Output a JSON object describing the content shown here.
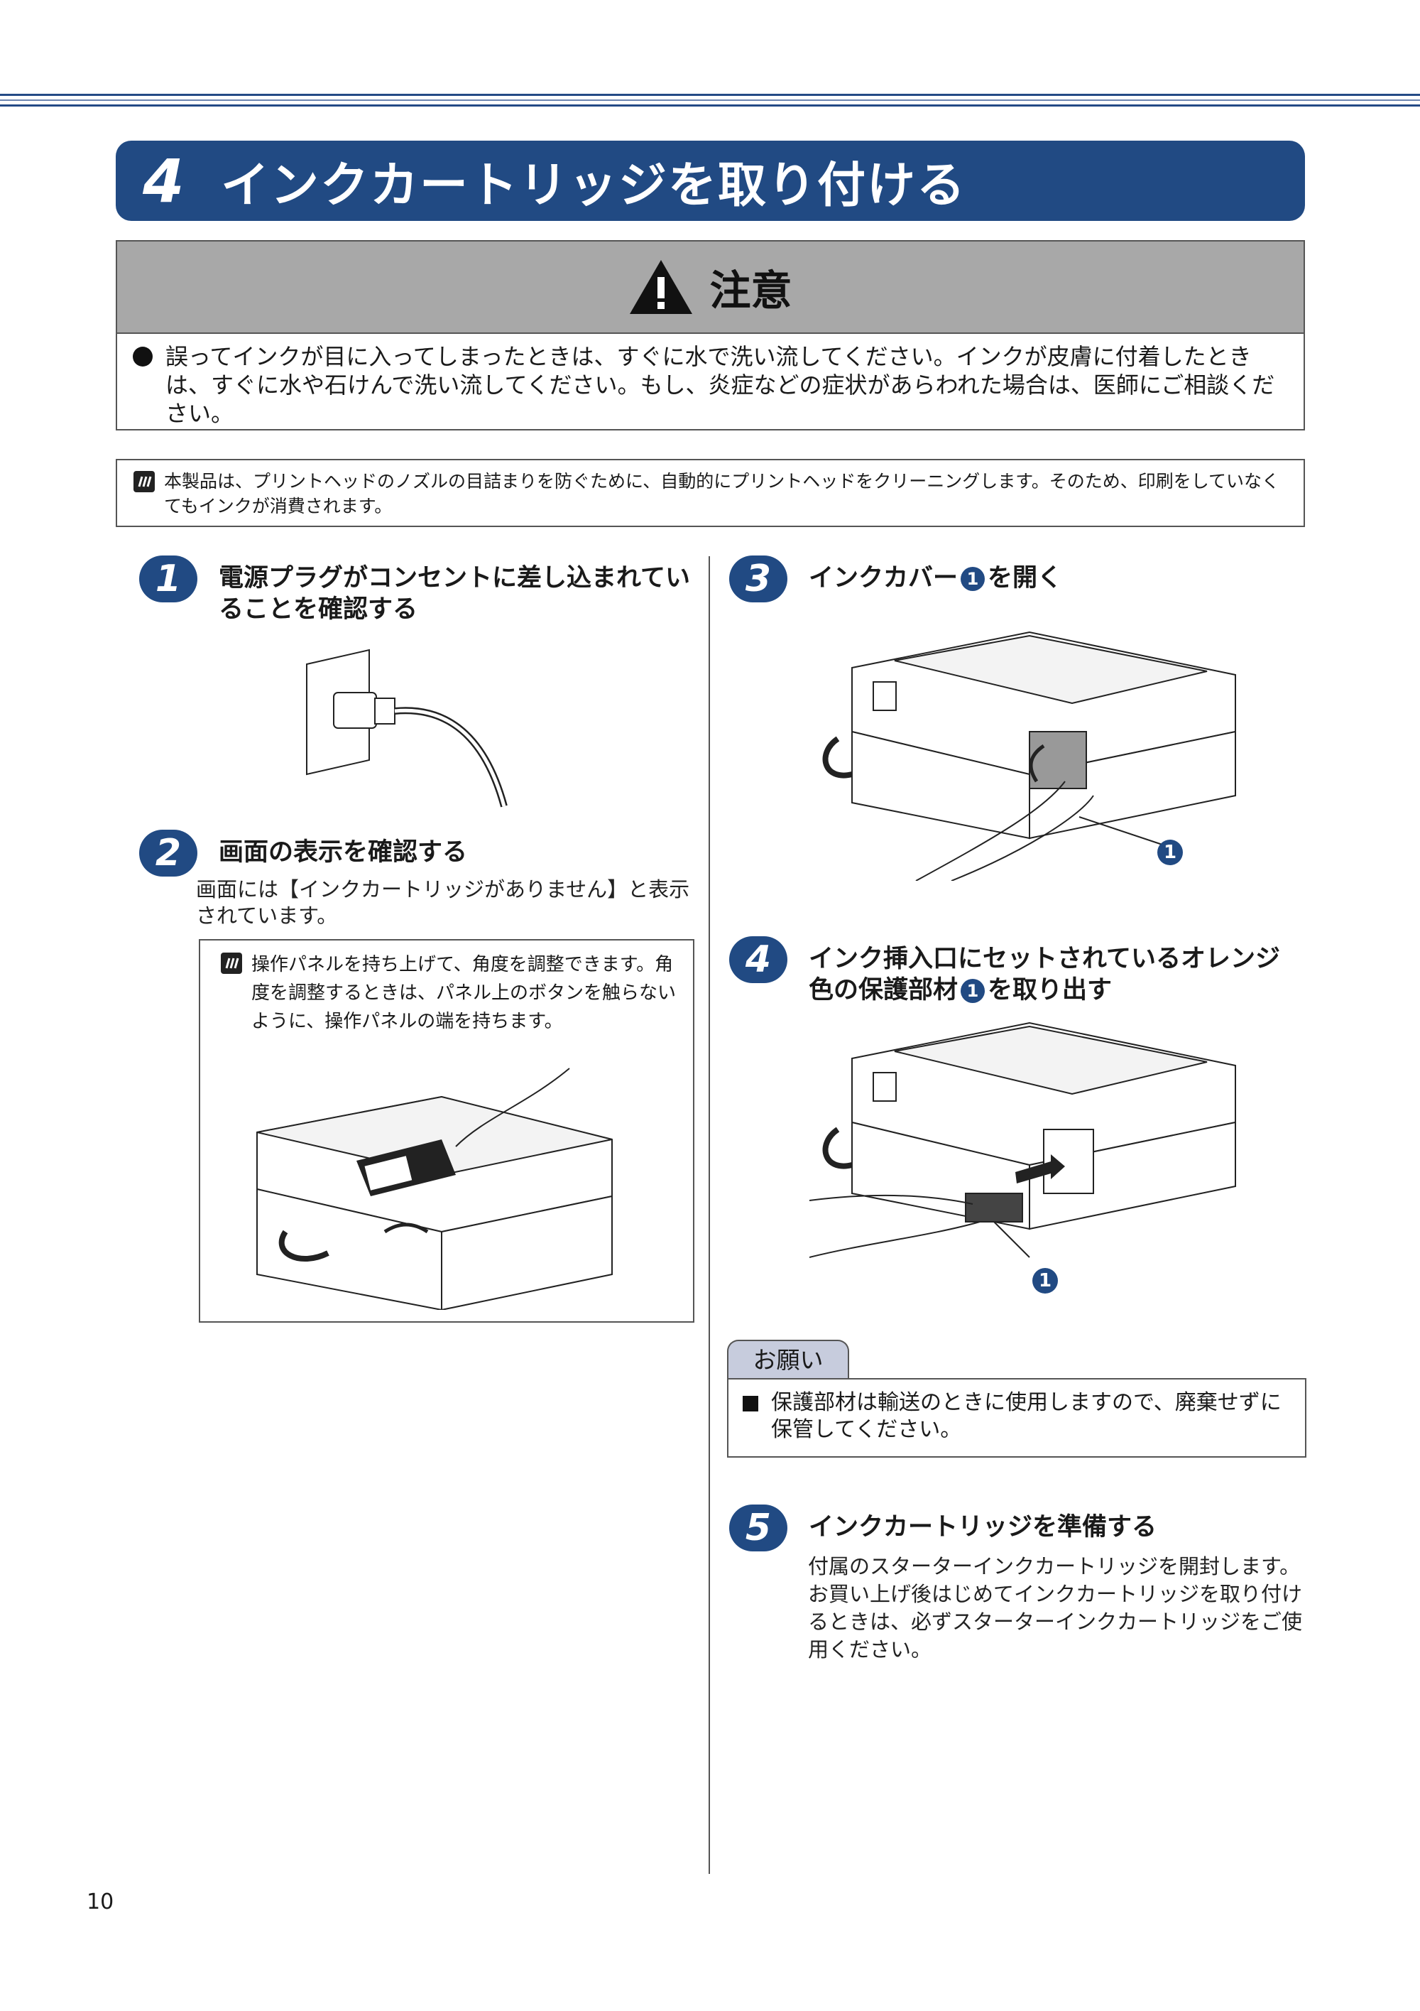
{
  "header": {
    "number": "4",
    "title": "インクカートリッジを取り付ける"
  },
  "caution": {
    "title": "注意",
    "text": "誤ってインクが目に入ってしまったときは、すぐに水で洗い流してください。インクが皮膚に付着したときは、すぐに水や石けんで洗い流してください。もし、炎症などの症状があらわれた場合は、医師にご相談ください。"
  },
  "note": {
    "text": "本製品は、プリントヘッドのノズルの目詰まりを防ぐために、自動的にプリントヘッドをクリーニングします。そのため、印刷をしていなくてもインクが消費されます。"
  },
  "steps": [
    {
      "num": "1",
      "title": "電源プラグがコンセントに差し込まれていることを確認する"
    },
    {
      "num": "2",
      "title": "画面の表示を確認する",
      "desc": "画面には【インクカートリッジがありません】と表示されています。"
    },
    {
      "num": "3",
      "title_a": "インクカバー",
      "title_b": "を開く"
    },
    {
      "num": "4",
      "title_a": "インク挿入口にセットされているオレンジ色の保護部材",
      "title_b": "を取り出す"
    },
    {
      "num": "5",
      "title": "インクカートリッジを準備する",
      "desc": "付属のスターターインクカートリッジを開封します。お買い上げ後はじめてインクカートリッジを取り付けるときは、必ずスターターインクカートリッジをご使用ください。"
    }
  ],
  "hint": {
    "text": "操作パネルを持ち上げて、角度を調整できます。角度を調整するときは、パネル上のボタンを触らないように、操作パネルの端を持ちます。"
  },
  "callout_label": "1",
  "onegai": {
    "tab": "お願い",
    "text": "保護部材は輸送のときに使用しますので、廃棄せずに保管してください。"
  },
  "page_number": "10",
  "colors": {
    "accent": "#214a83",
    "caution_band": "#a8a8a8",
    "onegai_tab": "#c7ccdd"
  }
}
